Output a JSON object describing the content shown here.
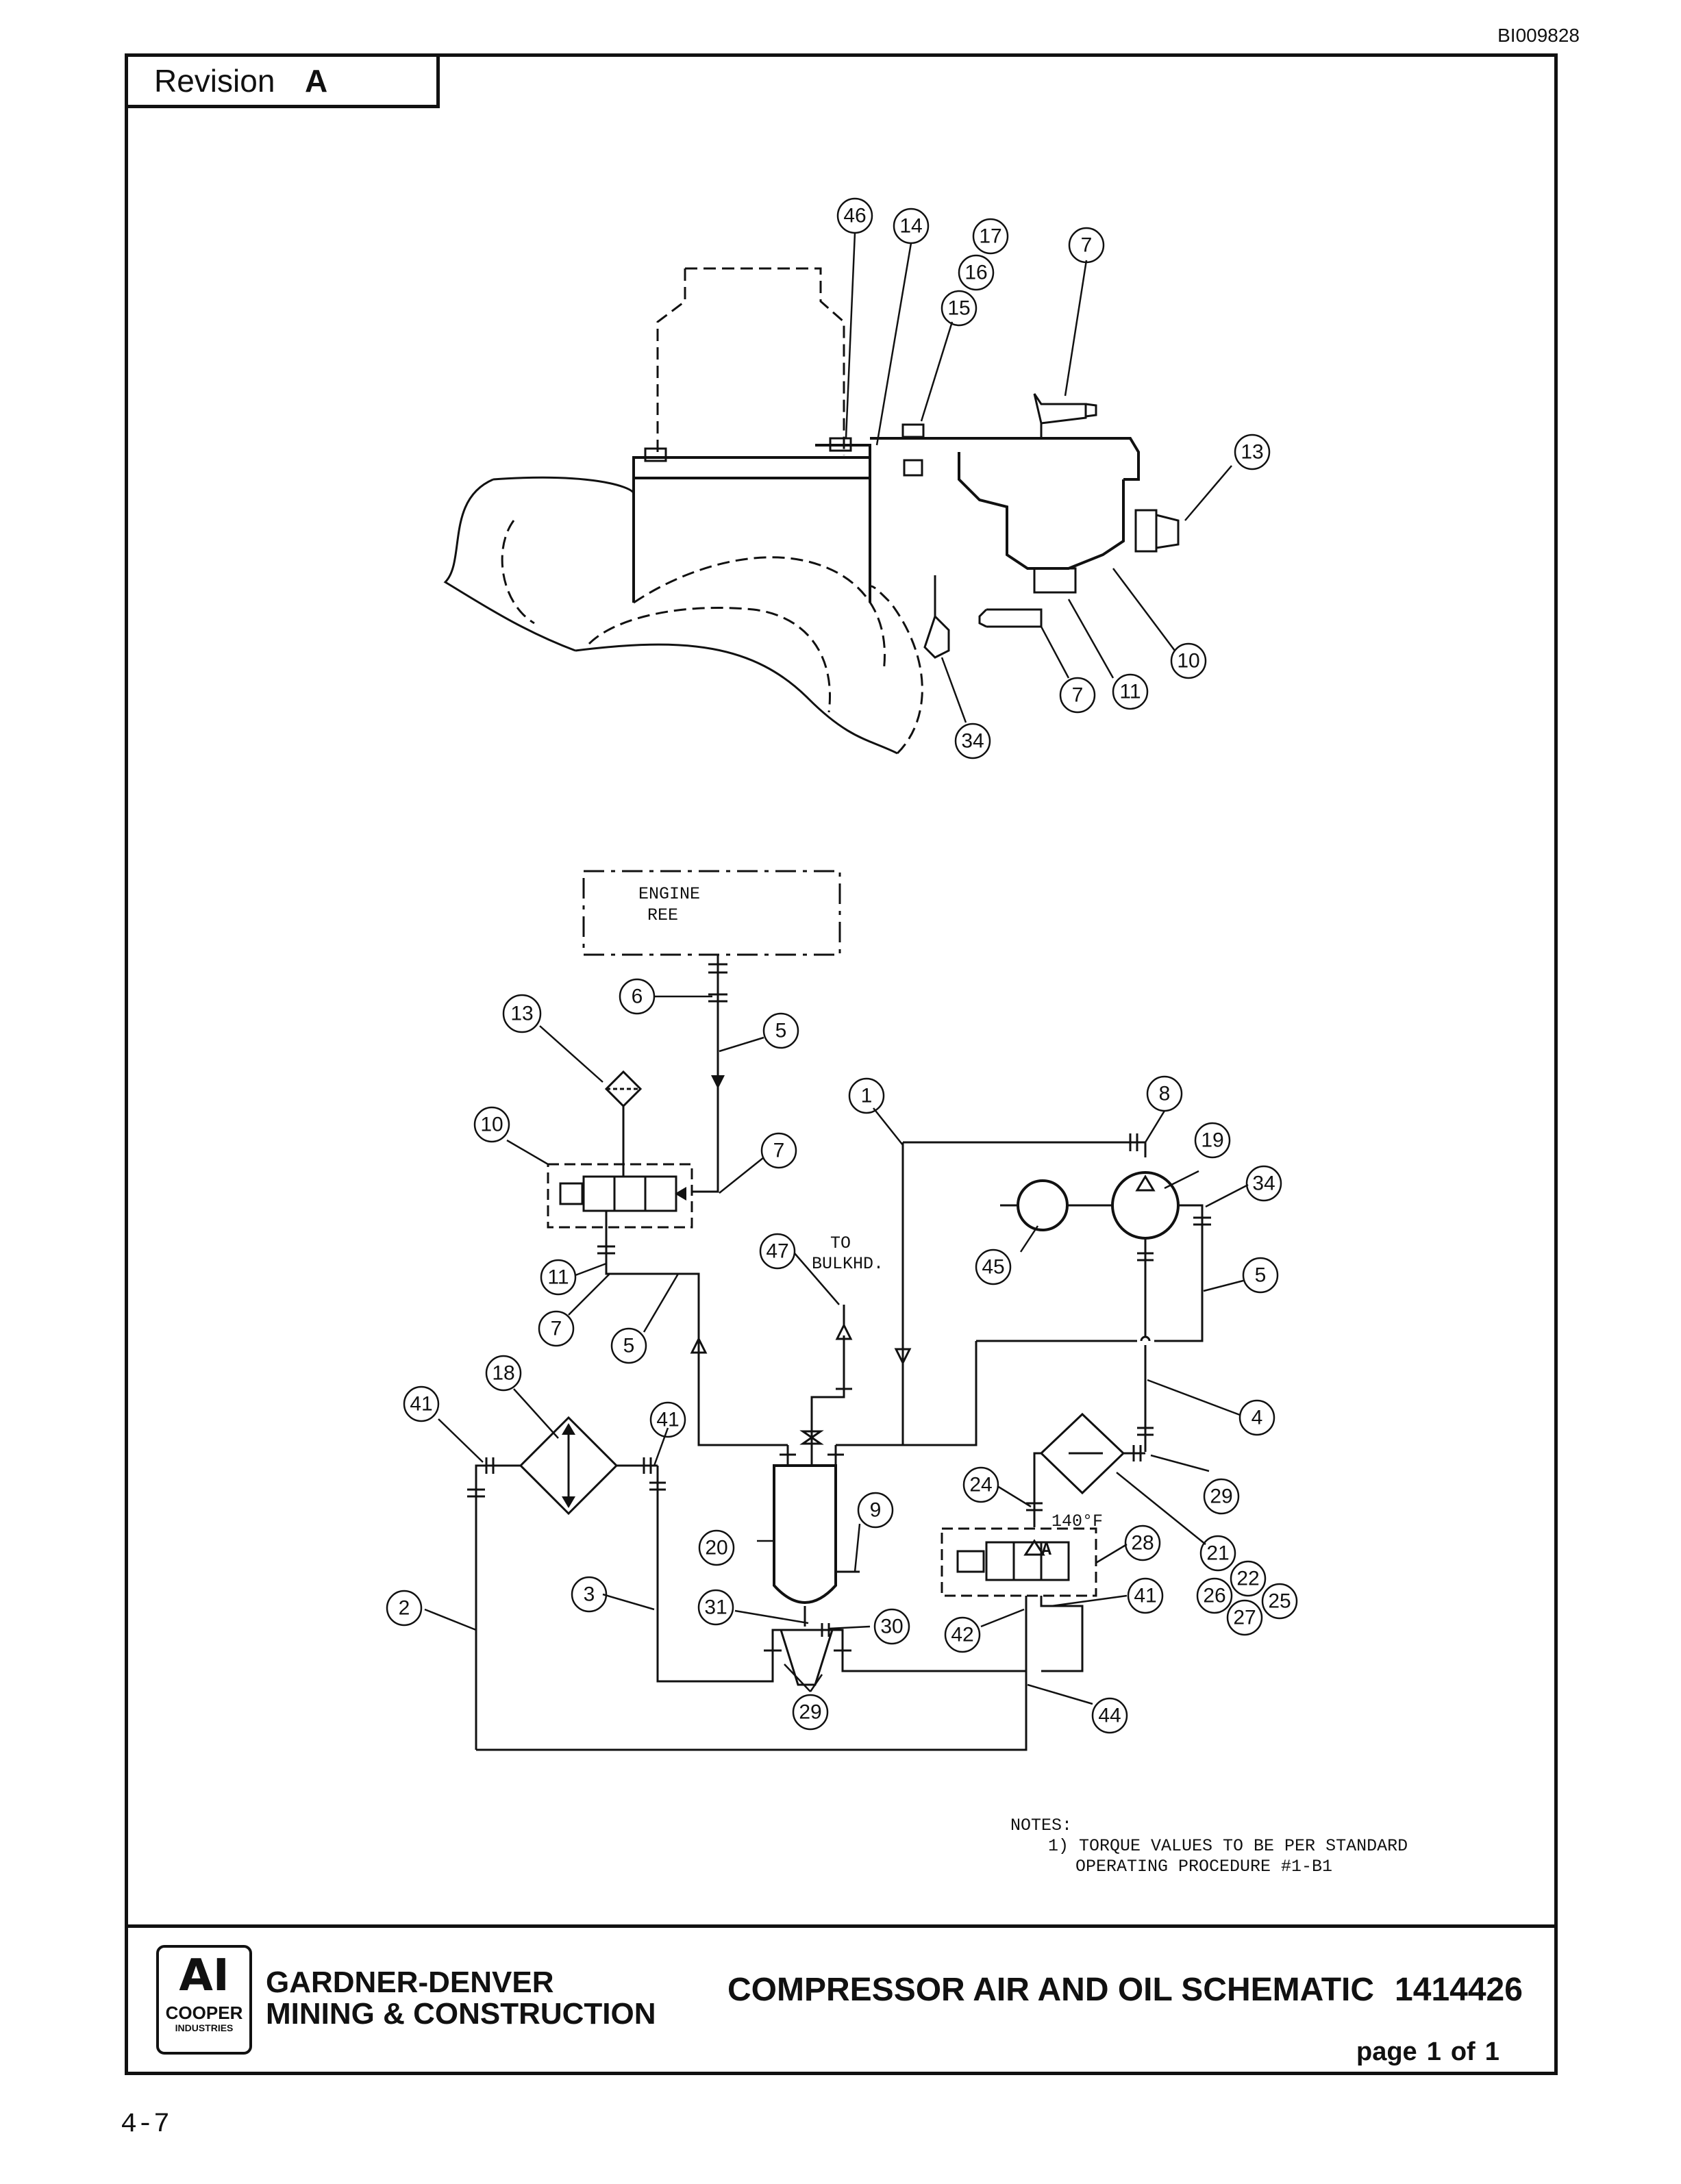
{
  "document_id": "BI009828",
  "revision": {
    "label": "Revision",
    "value": "A"
  },
  "upper_callouts": [
    "46",
    "14",
    "17",
    "16",
    "15",
    "7",
    "13",
    "10",
    "11",
    "7",
    "34"
  ],
  "schematic": {
    "engine_box": [
      "ENGINE",
      "REE"
    ],
    "to_bulkhd": [
      "TO",
      "BULKHD."
    ],
    "temperature": "140°F",
    "valve_letter": "A",
    "callouts": [
      "13",
      "10",
      "6",
      "5",
      "7",
      "11",
      "7",
      "5",
      "47",
      "1",
      "8",
      "19",
      "34",
      "45",
      "5",
      "4",
      "18",
      "41",
      "41",
      "2",
      "3",
      "20",
      "9",
      "31",
      "30",
      "29",
      "24",
      "28",
      "21",
      "22",
      "26",
      "25",
      "27",
      "41",
      "42",
      "29",
      "44"
    ]
  },
  "notes": {
    "heading": "NOTES:",
    "line1": "1) TORQUE VALUES TO BE PER STANDARD",
    "line2": "OPERATING PROCEDURE #1-B1"
  },
  "title_block": {
    "logo_mark": "AI",
    "logo_line1": "COOPER",
    "logo_line2": "INDUSTRIES",
    "company_line1": "GARDNER-DENVER",
    "company_line2": "MINING & CONSTRUCTION",
    "drawing_title": "COMPRESSOR AIR AND OIL SCHEMATIC",
    "drawing_number": "1414426",
    "page_label": "page",
    "page_current": "1",
    "page_of": "of",
    "page_total": "1"
  },
  "footer_page": "4-7"
}
